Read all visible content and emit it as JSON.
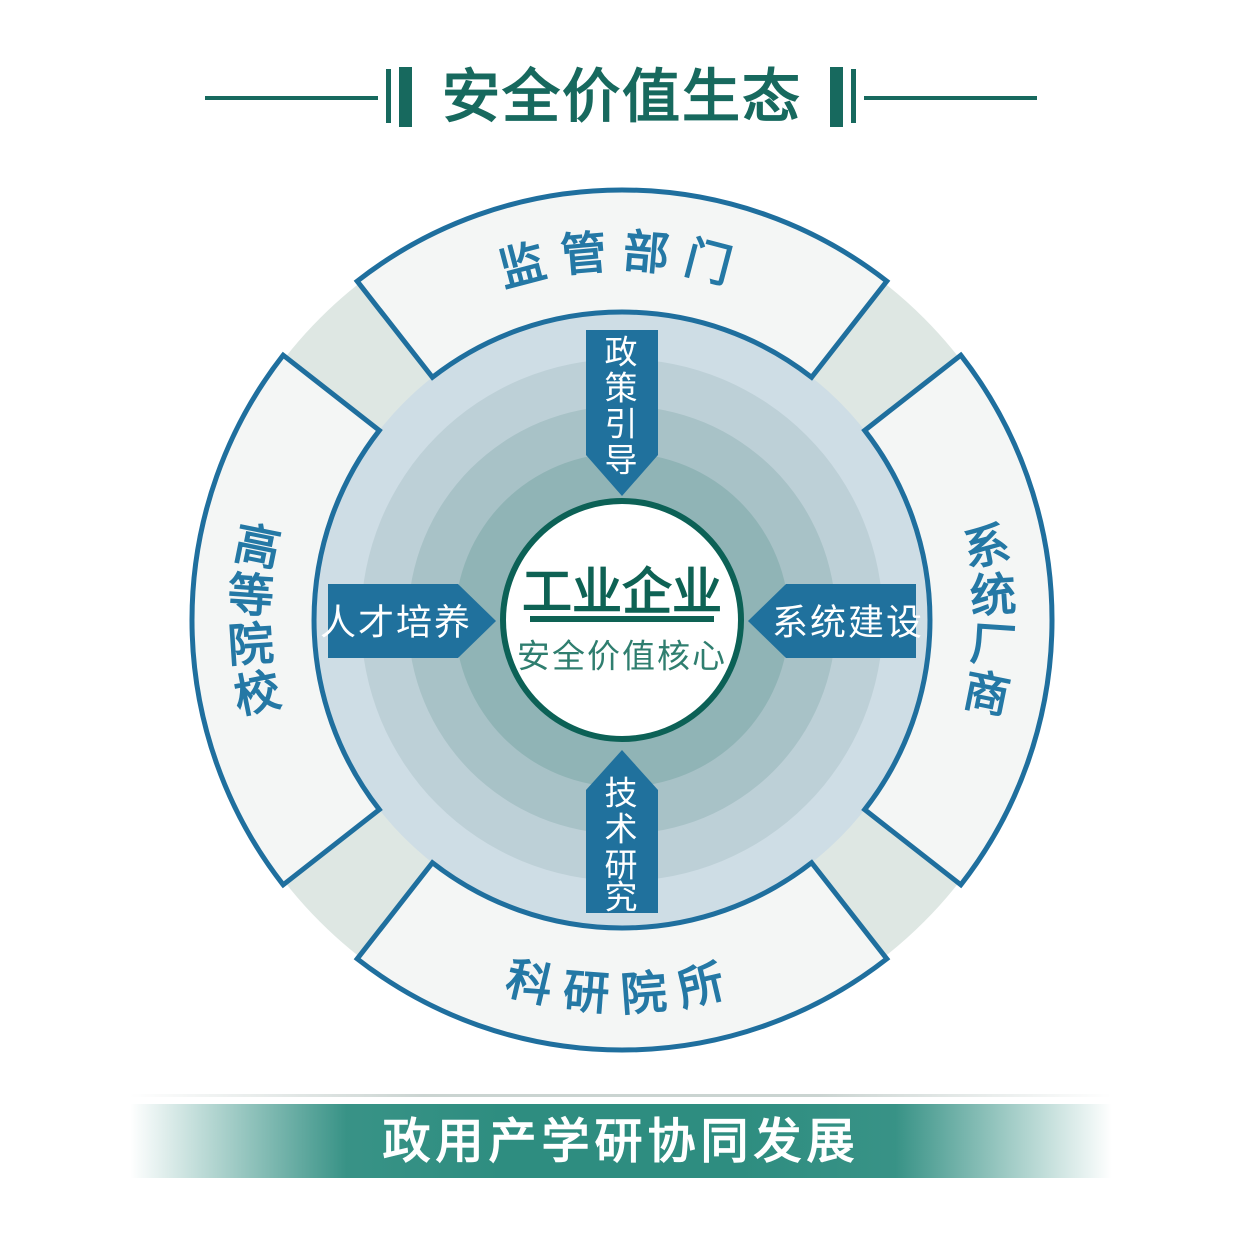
{
  "page": {
    "title_banner": {
      "text": "安全价值生态"
    },
    "bottom_banner": {
      "text": "政用产学研协同发展"
    }
  },
  "diagram": {
    "center": {
      "title": "工业企业",
      "subtitle": "安全价值核心"
    },
    "inner_arrows": {
      "top": {
        "label": "政策引导",
        "chars": [
          "政",
          "策",
          "引",
          "导"
        ],
        "direction": "down-toward-center"
      },
      "right": {
        "label": "系统建设",
        "direction": "left-toward-center"
      },
      "bottom": {
        "label": "技术研究",
        "chars": [
          "技",
          "术",
          "研",
          "究"
        ],
        "direction": "up-toward-center"
      },
      "left": {
        "label": "人才培养",
        "direction": "right-toward-center"
      }
    },
    "outer_ring": {
      "top": {
        "label": "监管部门"
      },
      "right": {
        "label": "系统厂商",
        "chars": [
          "系",
          "统",
          "厂",
          "商"
        ]
      },
      "bottom": {
        "label": "科研院所"
      },
      "left": {
        "label": "高等院校",
        "chars": [
          "高",
          "等",
          "院",
          "校"
        ]
      }
    }
  },
  "colors": {
    "title_green": "#17695e",
    "label_blue": "#2478a5",
    "arrow_blue": "#20719d",
    "segment_border_blue": "#1f6f9e",
    "segment_fill": "#f4f6f5",
    "gap_ring_sage": "#dee7e3",
    "ring_shades": [
      "#cedde5",
      "#bdd0d7",
      "#a8c2c7",
      "#90b4b6"
    ],
    "center_border_teal": "#0c6156",
    "center_text_teal": "#0e6254",
    "center_subtext_teal": "#2f7e6f",
    "banner_teal": "#2e8d80"
  }
}
